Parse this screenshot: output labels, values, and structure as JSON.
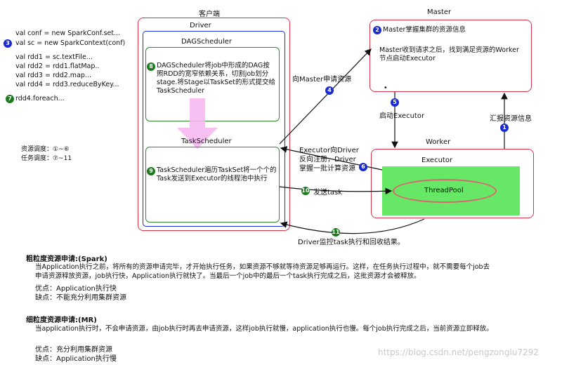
{
  "code": {
    "line1": "val conf = new SparkConf.set...",
    "line2": "val sc = new SparkContext(conf)",
    "line3": "val rdd1 = sc.textFile...",
    "line4": "val rdd2 = rdd1.flatMap..",
    "line5": "val rdd3 = rdd2.map...",
    "line6": "val rdd4 = rdd3.reduceByKey...",
    "line7": "rdd4.foreach...",
    "badge3": "3",
    "badge7": "7"
  },
  "scheduling": {
    "resource": "资源调度：①~⑥",
    "task": "任务调度：⑦~11"
  },
  "client": {
    "title": "客户端",
    "driver_title": "Driver",
    "dag_title": "DAGScheduler",
    "dag_badge": "8",
    "dag_text": "DAGScheduler将job中形成的DAG按照RDD的宽窄依赖关系，切割job划分stage.将Stage以TaskSet的形式提交给TaskScheduler",
    "task_title": "TaskScheduler",
    "task_badge": "9",
    "task_text": "TaskScheduler遍历TaskSet将一个个的Task发送到Executor的线程池中执行"
  },
  "master": {
    "title": "Master",
    "badge": "2",
    "line1": "Master掌握集群的资源信息",
    "line2": "Master收到请求之后，找到满足资源的Worker节点启动Executor",
    "dot": "•"
  },
  "worker": {
    "title": "Worker",
    "executor_title": "Executor",
    "threadpool": "ThreadPool"
  },
  "arrows": {
    "a4_label": "向Master申请资源",
    "a4_badge": "4",
    "a5_label": "启动Executor",
    "a5_badge": "5",
    "a1_label": "汇报资源信息",
    "a1_badge": "1",
    "a6_label1": "Executor向Driver",
    "a6_label2": "反向注册，Driver",
    "a6_label3": "掌握一批计算资源",
    "a6_badge": "6",
    "a10_label": "发送task",
    "a10_badge": "10",
    "a11_label": "Driver监控task执行和回收结果。",
    "a11_badge": "11"
  },
  "notes": {
    "coarse_title": "粗粒度资源申请:(Spark)",
    "coarse_p1": "当Application执行之前，将所有的资源申请完毕，才开始执行任务，如果资源不够就等待资源足够再运行。这样，在任务执行过程中，就不需要每个job去申请资源释放资源，job执行快，Application执行就快了。当最后一个job中的最后一个task执行完成之后，这批资源才会被释放。",
    "coarse_pro": "优点：Application执行快",
    "coarse_con": "缺点：不能充分利用集群资源",
    "fine_title": "细粒度资源申请:(MR)",
    "fine_p1": "当application执行时，不会申请资源，由job执行时再去申请资源，这样job执行就慢，application执行也慢。每个job执行完成之后，当前资源立即释放。",
    "fine_pro": "优点：充分利用集群资源",
    "fine_con": "缺点：Application执行慢",
    "watermark": "https://blog.csdn.net/pengzonglu7292"
  },
  "colors": {
    "red": "#d6324a",
    "blue": "#1a2bd1",
    "green": "#2e8b2e",
    "threadpool_bg": "#66e866",
    "ellipse": "#e06070",
    "pink_arrow": "#f7b5f0"
  }
}
